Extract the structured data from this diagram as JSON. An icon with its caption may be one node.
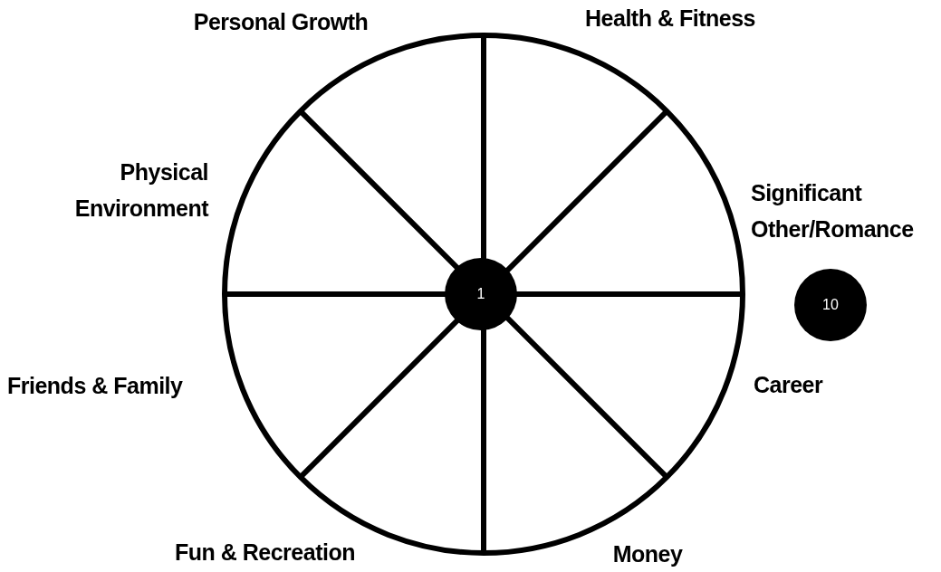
{
  "diagram": {
    "nodes": [
      {
        "text": [
          "1"
        ]
      },
      {
        "text": [
          "10"
        ]
      }
    ],
    "labels": [
      "Personal Growth",
      "Health & Fitness",
      "Physical Environment",
      "Significant Other/Romance",
      "Friends & Family",
      "Career",
      "Fun & Recreation",
      "Money"
    ]
  }
}
